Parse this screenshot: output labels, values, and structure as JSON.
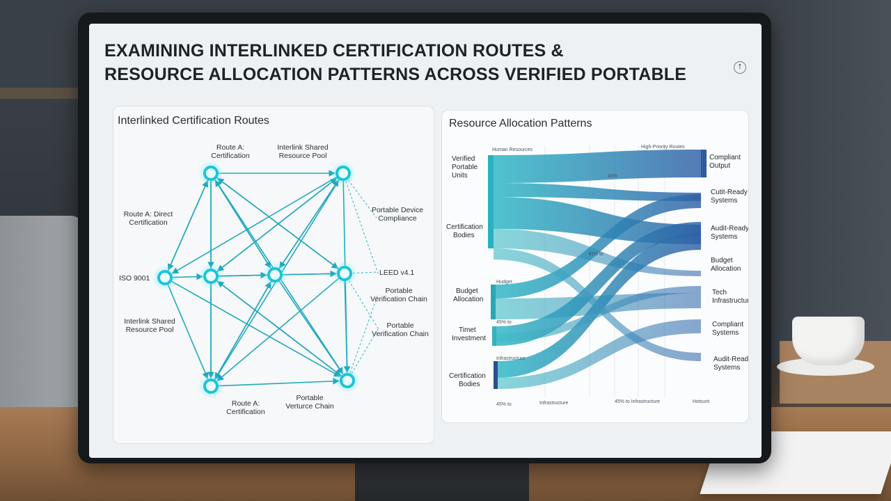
{
  "title_line1": "EXAMINING INTERLINKED CERTIFICATION ROUTES &",
  "title_line2": "RESOURCE ALLOCATION PATTERNS ACROSS VERIFIED PORTABLE",
  "left_panel": {
    "title": "Interlinked Certification Routes",
    "labels": [
      {
        "l1": "Route A:",
        "l2": "Certification"
      },
      {
        "l1": "Interlink Shared",
        "l2": "Resource Pool"
      },
      {
        "l1": "Route A: Direct",
        "l2": "Certification"
      },
      {
        "l1": "Portable Device",
        "l2": "Compliance"
      },
      {
        "l1": "ISO 9001",
        "l2": ""
      },
      {
        "l1": "LEED v4.1",
        "l2": ""
      },
      {
        "l1": "Portable",
        "l2": "Verification Chain"
      },
      {
        "l1": "Interlink Shared",
        "l2": "Resource Pool"
      },
      {
        "l1": "Portable",
        "l2": "Verification Chain"
      },
      {
        "l1": "Route A:",
        "l2": "Certification"
      },
      {
        "l1": "Portable",
        "l2": "Verturce Chain"
      }
    ]
  },
  "right_panel": {
    "title": "Resource Allocation Patterns",
    "sources": [
      {
        "l1": "Verified",
        "l2": "Portable",
        "l3": "Units"
      },
      {
        "l1": "Certification",
        "l2": "Bodies",
        "l3": ""
      },
      {
        "l1": "Budget",
        "l2": "Allocation",
        "l3": ""
      },
      {
        "l1": "Timet",
        "l2": "Investment",
        "l3": ""
      },
      {
        "l1": "Certification",
        "l2": "Bodies",
        "l3": ""
      }
    ],
    "targets": [
      {
        "l1": "Compliant",
        "l2": "Output"
      },
      {
        "l1": "Cutit-Ready",
        "l2": "Systems"
      },
      {
        "l1": "Audit-Ready",
        "l2": "Systems"
      },
      {
        "l1": "Budget",
        "l2": "Allocation"
      },
      {
        "l1": "Tech",
        "l2": "Infrastructure"
      },
      {
        "l1": "Compliant",
        "l2": "Systems"
      },
      {
        "l1": "Audit-Ready",
        "l2": "Systems"
      }
    ],
    "small": {
      "human": "Human Resources",
      "high": "High-Priority Routes",
      "pct1": "45%",
      "pct2": "45% to",
      "hudget": "Hudget",
      "pct3": "45% to",
      "infra": "Infrastructure",
      "b1": "45% to",
      "b2": "Infrastructure",
      "b3": "45% to Infrastructure",
      "b4": "Hotsunt"
    }
  },
  "colors": {
    "teal": "#27c3d6",
    "blue": "#2f63a8",
    "line": "#22a9bd"
  }
}
